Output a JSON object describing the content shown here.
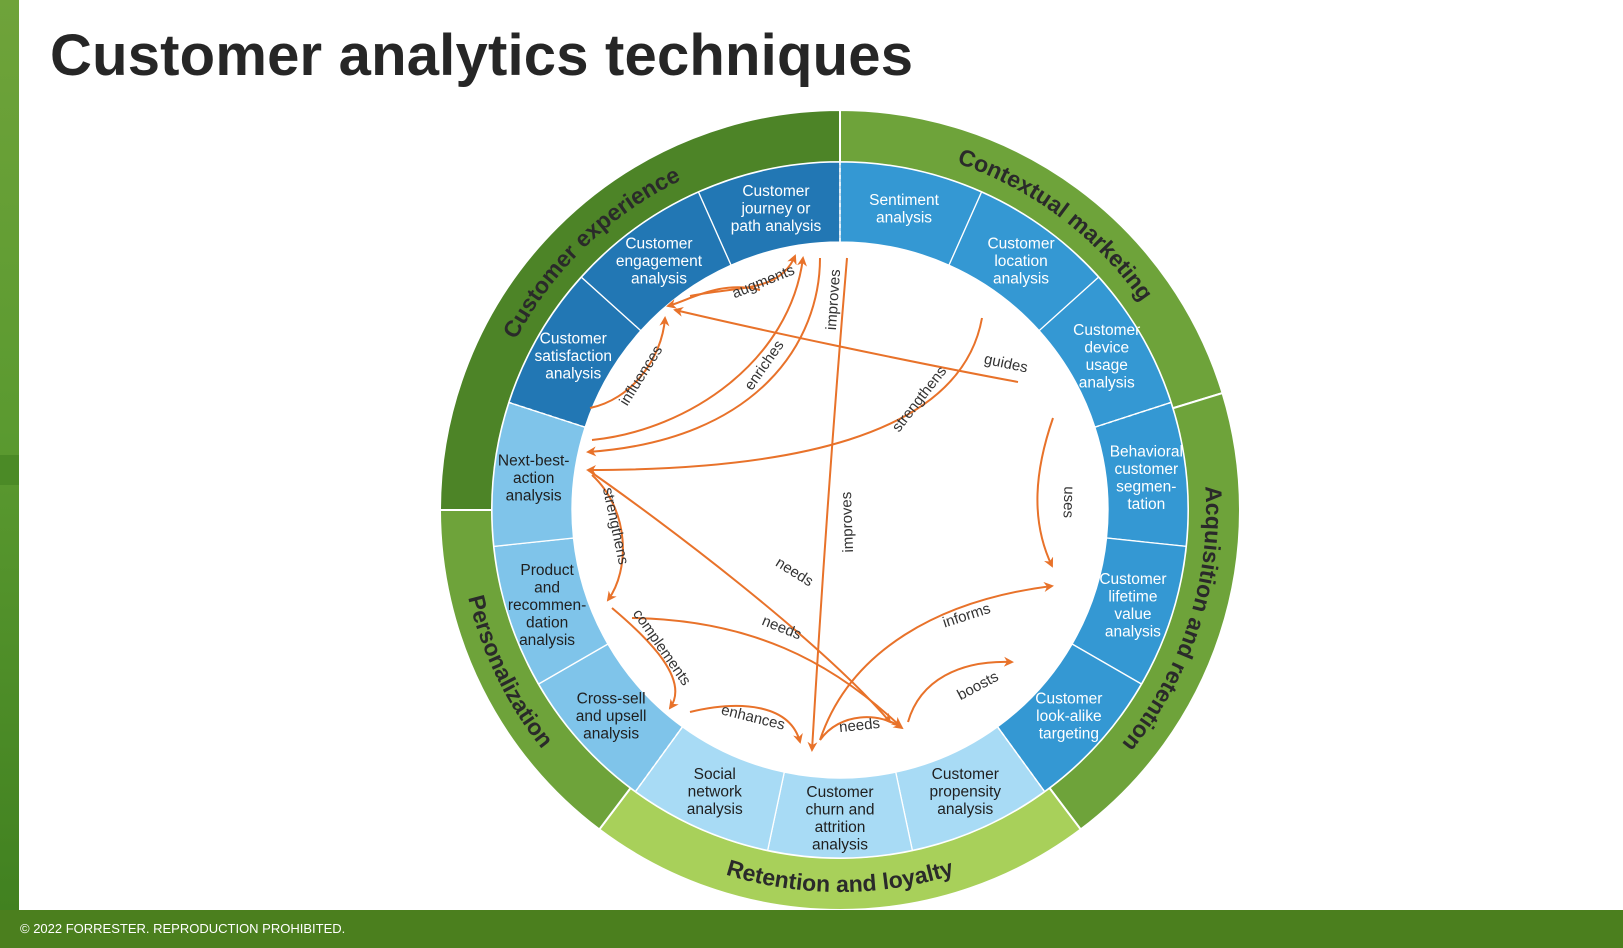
{
  "title": "Customer analytics techniques",
  "footer": "© 2022 FORRESTER. REPRODUCTION PROHIBITED.",
  "colors": {
    "brand_green": "#4b7f1e",
    "arrow_orange": "#e8722a",
    "ring_dark_green": "#4d8427",
    "ring_mid_green": "#6ea33a",
    "ring_light_green": "#a8d05a",
    "seg_dark_blue": "#2277b4",
    "seg_mid_blue": "#3498d3",
    "seg_light_blue": "#7fc4ea",
    "seg_pale_blue": "#a8dbf5"
  },
  "categories": [
    "Customer experience",
    "Contextual marketing",
    "Acquisition and retention",
    "Retention and loyalty",
    "Personalization"
  ],
  "segments": [
    {
      "lines": [
        "Customer",
        "journey or",
        "path analysis"
      ]
    },
    {
      "lines": [
        "Sentiment",
        "analysis"
      ]
    },
    {
      "lines": [
        "Customer",
        "location",
        "analysis"
      ]
    },
    {
      "lines": [
        "Customer",
        "device",
        "usage",
        "analysis"
      ]
    },
    {
      "lines": [
        "Behavioral",
        "customer",
        "segmen-",
        "tation"
      ]
    },
    {
      "lines": [
        "Customer",
        "lifetime",
        "value",
        "analysis"
      ]
    },
    {
      "lines": [
        "Customer",
        "look-alike",
        "targeting"
      ]
    },
    {
      "lines": [
        "Customer",
        "propensity",
        "analysis"
      ]
    },
    {
      "lines": [
        "Customer",
        "churn and",
        "attrition",
        "analysis"
      ]
    },
    {
      "lines": [
        "Social",
        "network",
        "analysis"
      ]
    },
    {
      "lines": [
        "Cross-sell",
        "and upsell",
        "analysis"
      ]
    },
    {
      "lines": [
        "Product",
        "and",
        "recommen-",
        "dation",
        "analysis"
      ]
    },
    {
      "lines": [
        "Next-best-",
        "action",
        "analysis"
      ]
    },
    {
      "lines": [
        "Customer",
        "satisfaction",
        "analysis"
      ]
    },
    {
      "lines": [
        "Customer",
        "engagement",
        "analysis"
      ]
    }
  ],
  "relations": [
    "augments",
    "improves",
    "influences",
    "enriches",
    "guides",
    "strengthens",
    "uses",
    "improves",
    "needs",
    "strengthens",
    "needs",
    "informs",
    "complements",
    "boosts",
    "enhances",
    "needs"
  ]
}
